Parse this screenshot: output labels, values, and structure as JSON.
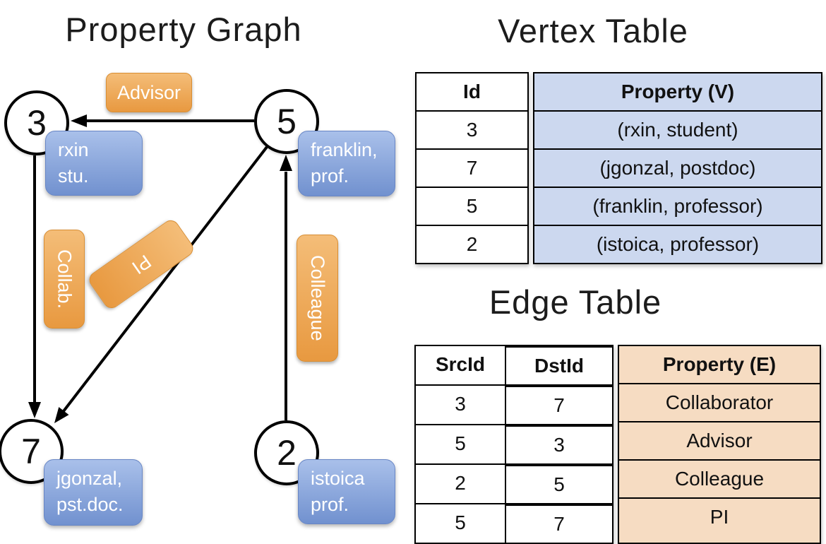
{
  "titles": {
    "property_graph": "Property Graph",
    "vertex_table": "Vertex Table",
    "edge_table": "Edge Table"
  },
  "graph": {
    "nodes": [
      {
        "id": "3",
        "line1": "rxin",
        "line2": "stu."
      },
      {
        "id": "5",
        "line1": "franklin,",
        "line2": "prof."
      },
      {
        "id": "7",
        "line1": "jgonzal,",
        "line2": "pst.doc."
      },
      {
        "id": "2",
        "line1": "istoica",
        "line2": "prof."
      }
    ],
    "edge_labels": {
      "advisor": "Advisor",
      "collab": "Collab.",
      "pi": "PI",
      "colleague": "Colleague"
    }
  },
  "vertex_table": {
    "headers": {
      "id": "Id",
      "property": "Property (V)"
    },
    "rows": [
      {
        "id": "3",
        "property": "(rxin, student)"
      },
      {
        "id": "7",
        "property": "(jgonzal, postdoc)"
      },
      {
        "id": "5",
        "property": "(franklin, professor)"
      },
      {
        "id": "2",
        "property": "(istoica, professor)"
      }
    ]
  },
  "edge_table": {
    "headers": {
      "src": "SrcId",
      "dst": "DstId",
      "property": "Property (E)"
    },
    "rows": [
      {
        "src": "3",
        "dst": "7",
        "property": "Collaborator"
      },
      {
        "src": "5",
        "dst": "3",
        "property": "Advisor"
      },
      {
        "src": "2",
        "dst": "5",
        "property": "Colleague"
      },
      {
        "src": "5",
        "dst": "7",
        "property": "PI"
      }
    ]
  },
  "colors": {
    "edge_label_fill_top": "#F4BD78",
    "edge_label_fill_bottom": "#E89940",
    "vertex_card_fill_top": "#A9C0EA",
    "vertex_card_fill_bottom": "#7191CF",
    "vertex_table_property_fill": "#CCD8EF",
    "edge_table_property_fill": "#F6DCC2",
    "line_color": "#000000"
  }
}
